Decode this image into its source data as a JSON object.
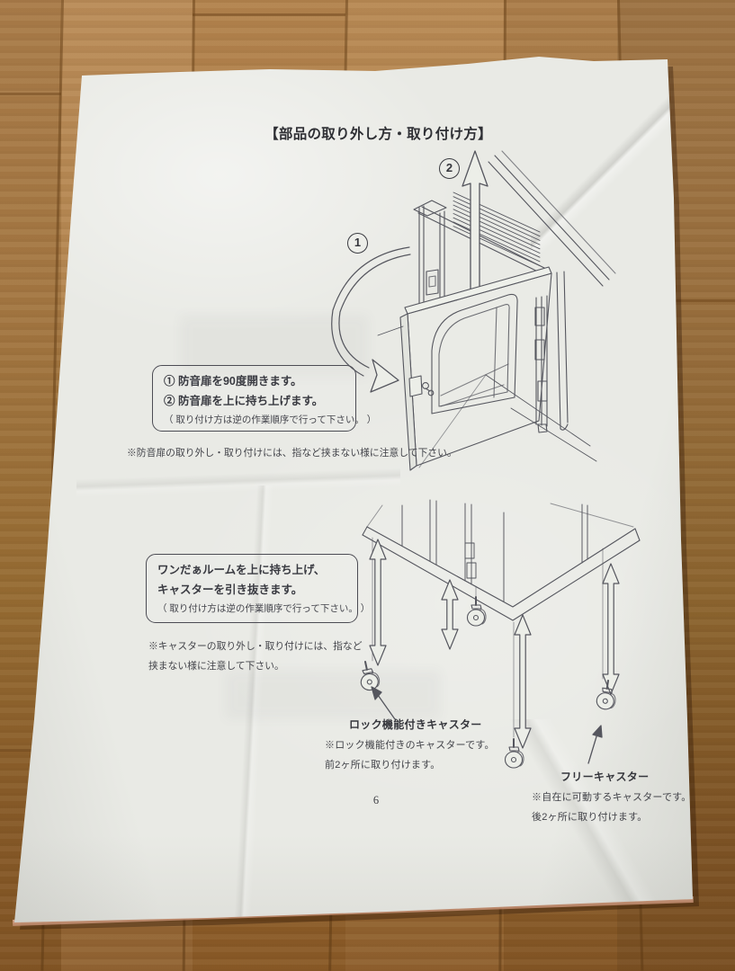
{
  "page": {
    "title": "【部品の取り外し方・取り付け方】",
    "page_number": "6"
  },
  "door_section": {
    "diagram_markers": {
      "step1": "1",
      "step2": "2"
    },
    "instructions": {
      "line1": "① 防音扉を90度開きます。",
      "line2": "② 防音扉を上に持ち上げます。",
      "line3": "（ 取り付け方は逆の作業順序で行って下さい。 ）"
    },
    "note": "※防音扉の取り外し・取り付けには、指など挟まない様に注意して下さい。"
  },
  "caster_section": {
    "instructions": {
      "line1": "ワンだぁルームを上に持ち上げ、",
      "line2": "キャスターを引き抜きます。",
      "line3": "（ 取り付け方は逆の作業順序で行って下さい。 ）"
    },
    "note_line1": "※キャスターの取り外し・取り付けには、指など",
    "note_line2": "挟まない様に注意して下さい。",
    "lock_caster": {
      "title": "ロック機能付きキャスター",
      "desc_line1": "※ロック機能付きのキャスターです。",
      "desc_line2": "前2ヶ所に取り付けます。"
    },
    "free_caster": {
      "title": "フリーキャスター",
      "desc_line1": "※自在に可動するキャスターです。",
      "desc_line2": "後2ヶ所に取り付けます。"
    }
  },
  "colors": {
    "paper": "#e9eae5",
    "ink": "#33343a",
    "wood": "#a87a44",
    "line": "#55565e"
  }
}
